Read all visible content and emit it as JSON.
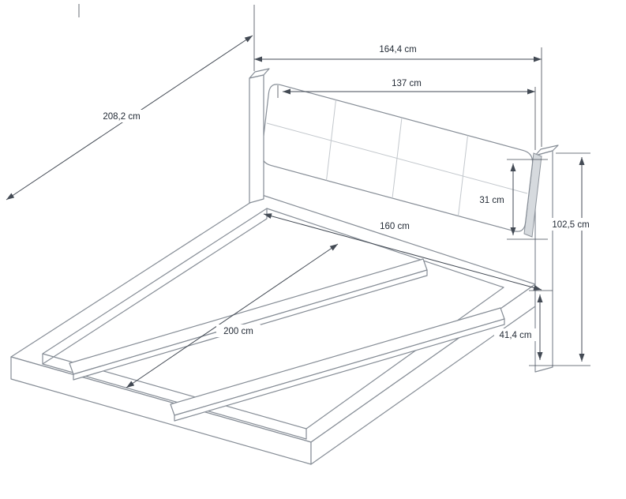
{
  "diagram": {
    "kind": "furniture dimension drawing",
    "subject": "double bed with upholstered headboard"
  },
  "colors": {
    "ink": "#434a54",
    "drawing": "#868d96",
    "text": "#232b36",
    "shade": "#d6dade",
    "background": "#ffffff"
  },
  "dimensions": {
    "total_width": "164,4 cm",
    "headboard_width": "137 cm",
    "total_length": "208,2 cm",
    "cushion_height": "31 cm",
    "inner_width": "160 cm",
    "total_height": "102,5 cm",
    "inner_length": "200 cm",
    "base_height": "41,4 cm"
  }
}
